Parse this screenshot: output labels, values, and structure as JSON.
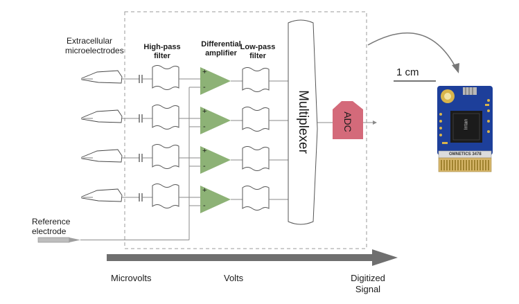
{
  "labels": {
    "electrodes": "Extracellular microelectrodes",
    "electrodes_line1": "Extracellular",
    "electrodes_line2": "microelectrodes",
    "highpass_line1": "High-pass",
    "highpass_line2": "filter",
    "diffamp_line1": "Differential",
    "diffamp_line2": "amplifier",
    "lowpass_line1": "Low-pass",
    "lowpass_line2": "filter",
    "multiplexer": "Multiplexer",
    "adc": "ADC",
    "scale": "1 cm",
    "reference_line1": "Reference",
    "reference_line2": "electrode",
    "plus": "+",
    "minus": "-"
  },
  "chip": {
    "brand": "Intan",
    "connector_text": "OMNETICS 3478"
  },
  "signal_axis": {
    "microvolts": "Microvolts",
    "volts": "Volts",
    "digitized_line1": "Digitized",
    "digitized_line2": "Signal"
  },
  "colors": {
    "amplifier": "#8db276",
    "adc": "#d46a7a",
    "arrow": "#6f6f6f",
    "board": "#1d3f9a",
    "gold": "#d9b44a"
  },
  "channels": 4
}
